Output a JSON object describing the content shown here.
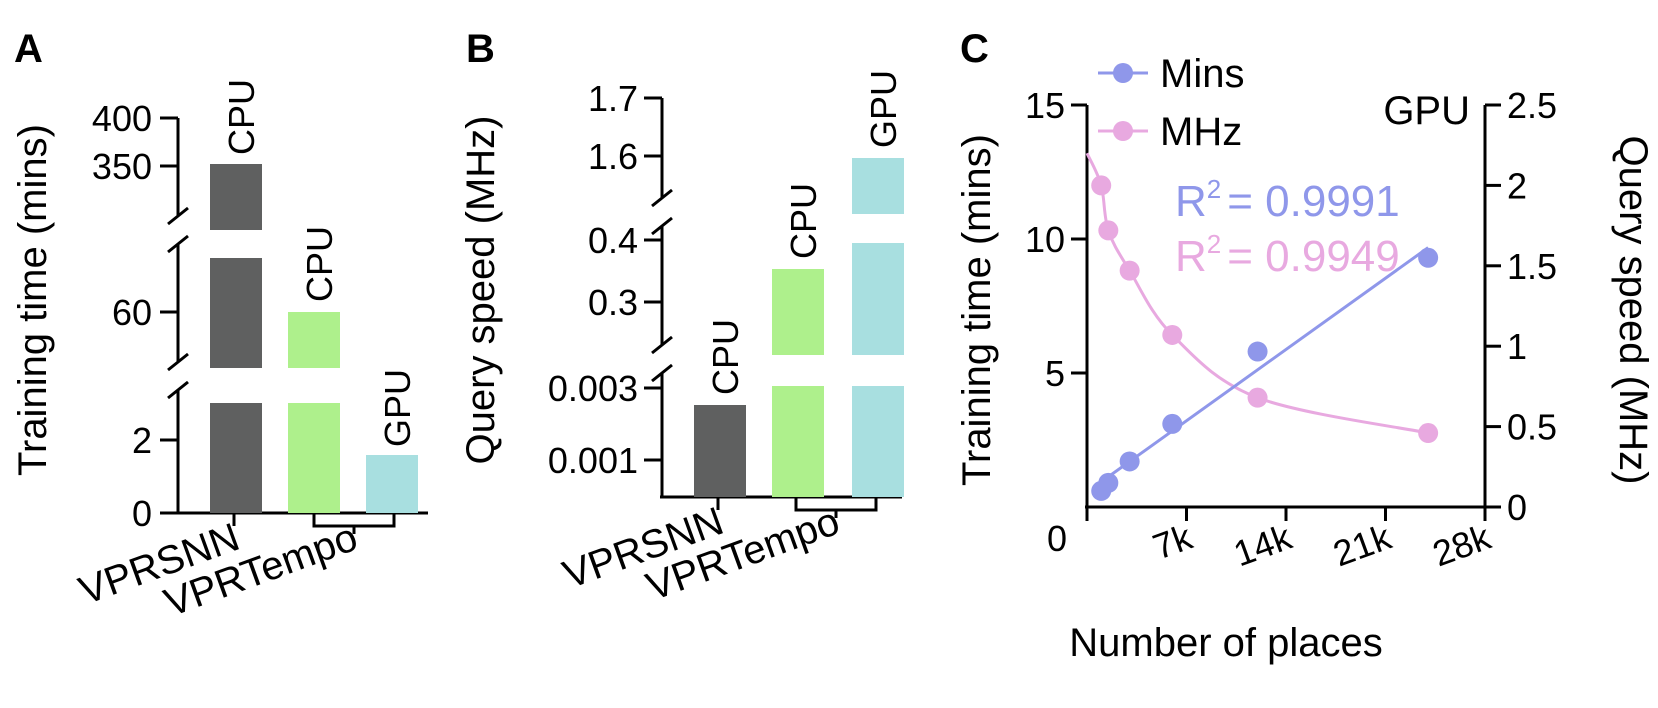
{
  "colors": {
    "vprsnn_cpu": "#5f6060",
    "vprtempo_cpu": "#aef08c",
    "vprtempo_gpu": "#a8dfe0",
    "mins": "#8f97ea",
    "mhz": "#e8a9e0"
  },
  "panel_a": {
    "letter": "A",
    "ylabel": "Training time (mins)",
    "groups": [
      "VPRSNN",
      "VPRTempo"
    ],
    "ticks": {
      "top": [
        "400",
        "350"
      ],
      "mid": [
        "60"
      ],
      "bottom": [
        "2",
        "0"
      ]
    }
  },
  "panel_b": {
    "letter": "B",
    "ylabel": "Query speed (MHz)",
    "groups": [
      "VPRSNN",
      "VPRTempo"
    ],
    "ticks": {
      "top": [
        "1.7",
        "1.6"
      ],
      "mid": [
        "0.4",
        "0.3"
      ],
      "bottom": [
        "0.003",
        "0.001"
      ]
    }
  },
  "panel_c": {
    "letter": "C",
    "xlabel": "Number of places",
    "ylabel_left": "Training time (mins)",
    "ylabel_right": "Query speed (MHz)",
    "corner_label": "GPU",
    "x_ticks": [
      "0",
      "7k",
      "14k",
      "21k",
      "28k"
    ],
    "y_left_ticks": [
      "15",
      "10",
      "5"
    ],
    "y_right_ticks": [
      "2.5",
      "2",
      "1.5",
      "1",
      "0.5",
      "0"
    ],
    "legend": [
      "Mins",
      "MHz"
    ],
    "r2_mins": "= 0.9991",
    "r2_mhz": "= 0.9949",
    "r_letter": "R",
    "r_sup": "2"
  },
  "chart_data": [
    {
      "type": "bar",
      "panel": "A",
      "ylabel": "Training time (mins)",
      "broken_axis": true,
      "categories": [
        "VPRSNN",
        "VPRTempo",
        "VPRTempo"
      ],
      "bar_labels": [
        "CPU",
        "CPU",
        "GPU"
      ],
      "values": [
        360,
        60,
        1.5
      ],
      "ylim_segments": [
        [
          0,
          3
        ],
        [
          40,
          75
        ],
        [
          300,
          420
        ]
      ],
      "legend": "none"
    },
    {
      "type": "bar",
      "panel": "B",
      "ylabel": "Query speed (MHz)",
      "broken_axis": true,
      "categories": [
        "VPRSNN",
        "VPRTempo",
        "VPRTempo"
      ],
      "bar_labels": [
        "CPU",
        "CPU",
        "GPU"
      ],
      "values": [
        0.0025,
        0.35,
        1.6
      ],
      "ylim_segments": [
        [
          0,
          0.003
        ],
        [
          0.25,
          0.4
        ],
        [
          1.5,
          1.7
        ]
      ],
      "legend": "none"
    },
    {
      "type": "scatter",
      "panel": "C",
      "xlabel": "Number of places",
      "ylabel": "Training time (mins)",
      "y2label": "Query speed (MHz)",
      "xlim": [
        0,
        28000
      ],
      "ylim": [
        0,
        15
      ],
      "y2lim": [
        0,
        2.5
      ],
      "legend": "top-left",
      "series": [
        {
          "name": "Mins",
          "axis": "left",
          "x": [
            1000,
            1500,
            3000,
            6000,
            12000,
            24000
          ],
          "y": [
            0.6,
            0.9,
            1.7,
            3.1,
            5.8,
            9.3
          ],
          "r_squared": 0.9991
        },
        {
          "name": "MHz",
          "axis": "right",
          "x": [
            1000,
            1500,
            3000,
            6000,
            12000,
            24000
          ],
          "y": [
            2.0,
            1.72,
            1.47,
            1.07,
            0.68,
            0.46
          ],
          "r_squared": 0.9949
        }
      ]
    }
  ]
}
